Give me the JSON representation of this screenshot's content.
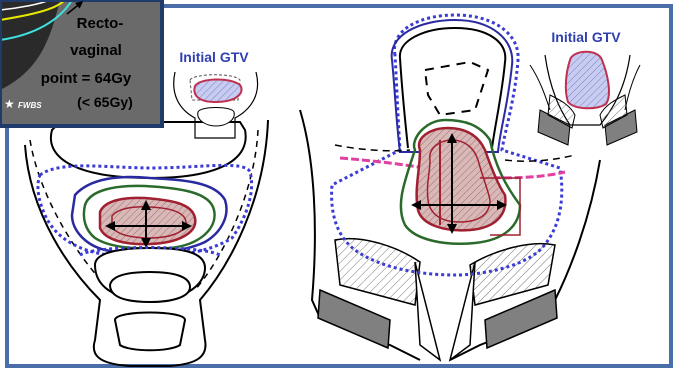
{
  "inset": {
    "lines": [
      "Recto-",
      "vaginal",
      "point = 64Gy",
      "(< 65Gy)"
    ],
    "logo_text": "FWBS"
  },
  "labels": {
    "left_initial_gtv": "Initial GTV",
    "right_initial_gtv": "Initial GTV"
  },
  "colors": {
    "frame_blue": "#4a6fa8",
    "inset_frame": "#1f3a6b",
    "ptv_dotted_blue": "#3b3bd6",
    "ctv_blue": "#2a2aa0",
    "gtv_red": "#a02030",
    "gtv_fill": "#c8a0a0",
    "ctv_green": "#2a6a2a",
    "pink_line": "#e040a0",
    "label_blue": "#3040b0",
    "bone_gray": "#808080"
  }
}
